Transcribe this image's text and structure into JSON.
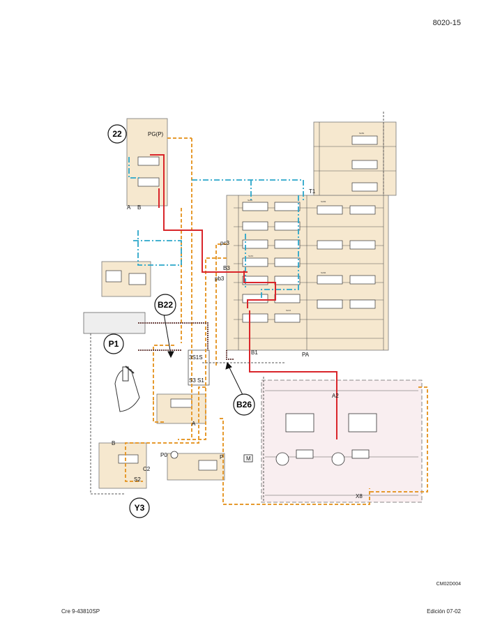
{
  "header": {
    "page_number": "8020-15"
  },
  "footer": {
    "doc_ref": "Cre 9-43810SP",
    "edition": "Edición 07-02",
    "figure_code": "CM02D004"
  },
  "colors": {
    "panel_fill": "#f6e8cf",
    "pink_fill": "#f9eef0",
    "pilot_orange": "#e69a2e",
    "pressure_red": "#d9252a",
    "return_blue": "#2aa6c9",
    "drain_dark": "#5a2d2a",
    "line_gray": "#555555"
  },
  "callouts": {
    "c22": "22",
    "b22": "B22",
    "p1": "P1",
    "b26": "B26",
    "y3": "Y3"
  },
  "labels": {
    "pg": "PG(P)",
    "a_left": "A",
    "b_left": "B",
    "t1": "T1",
    "pc3": "pc3",
    "b3": "B3",
    "pb3": "pb3",
    "b1": "B1",
    "pa": "PA",
    "a2": "A2",
    "s3s1_top": "3S1S",
    "s3s1_bot": "S3 S1",
    "a_mid": "A",
    "b_low": "B",
    "c2": "C2",
    "s2": "S2",
    "p0": "P0",
    "p": "P",
    "m": "M",
    "x8": "X8"
  }
}
